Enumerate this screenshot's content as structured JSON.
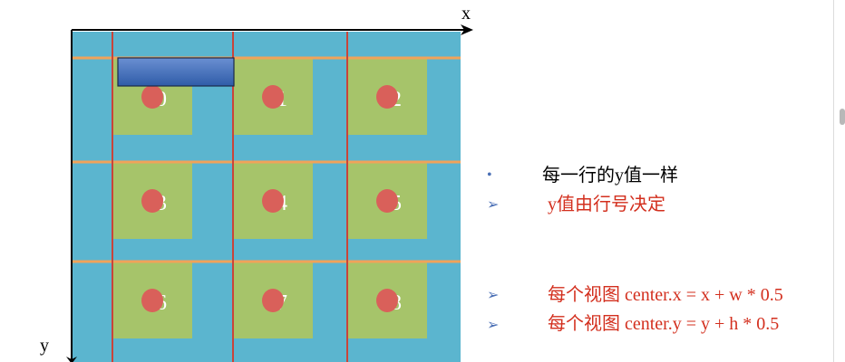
{
  "axes": {
    "x_label": "x",
    "y_label": "y"
  },
  "grid": {
    "rows": 3,
    "cols": 3
  },
  "cells": [
    {
      "index": "0"
    },
    {
      "index": "1"
    },
    {
      "index": "2"
    },
    {
      "index": "3"
    },
    {
      "index": "4"
    },
    {
      "index": "5"
    },
    {
      "index": "6"
    },
    {
      "index": "7"
    },
    {
      "index": "8"
    }
  ],
  "notes": [
    {
      "bullet": "•",
      "text": "每一行的y值一样",
      "color": "#000000",
      "bullet_color": "#4a6fb5"
    },
    {
      "bullet": "➢",
      "text": "y值由行号决定",
      "color": "#d32f1e",
      "bullet_color": "#4a6fb5"
    },
    {
      "bullet": "➢",
      "text": "每个视图 center.x = x + w * 0.5",
      "color": "#d32f1e",
      "bullet_color": "#4a6fb5"
    },
    {
      "bullet": "➢",
      "text": "每个视图 center.y = y + h * 0.5",
      "color": "#d32f1e",
      "bullet_color": "#4a6fb5"
    }
  ],
  "colors": {
    "panel": "#5bb5cf",
    "cell": "#a6c46a",
    "dot": "#d9605a",
    "row_line": "#f0a35a",
    "col_line": "#c9443a",
    "highlight_top": "#6a8fd2",
    "highlight_bottom": "#2f5ca8"
  }
}
